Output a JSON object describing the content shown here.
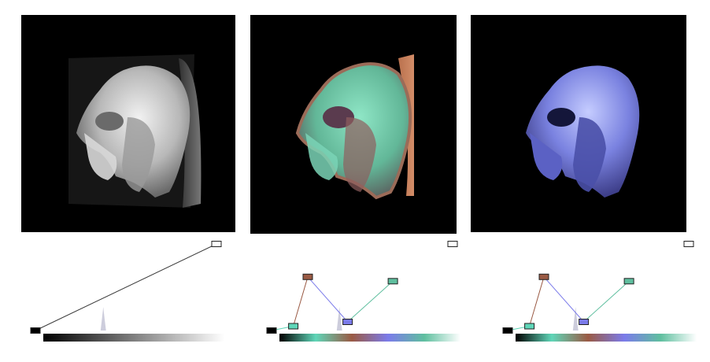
{
  "panels": [
    {
      "render_style": "grayscale-xray",
      "tf": {
        "points": [
          [
            0.0,
            0.0
          ],
          [
            1.0,
            1.0
          ]
        ],
        "ramp_colors": [
          "#000000",
          "#ffffff"
        ]
      }
    },
    {
      "render_style": "multi-color",
      "tf": {
        "points": [
          [
            0.0,
            0.0
          ],
          [
            0.12,
            0.05
          ],
          [
            0.2,
            0.62
          ],
          [
            0.42,
            0.1
          ],
          [
            0.67,
            0.57
          ],
          [
            1.0,
            1.0
          ]
        ],
        "node_colors": [
          "#000000",
          "#5fd6b8",
          "#9a5a44",
          "#7b7bea",
          "#5fbf9f",
          "#ffffff"
        ],
        "ramp_colors": [
          "#000000",
          "#5fd6b8",
          "#9a5a44",
          "#7b7bea",
          "#5fbf9f",
          "#ffffff"
        ]
      }
    },
    {
      "render_style": "blue-isosurface",
      "tf": {
        "points": [
          [
            0.0,
            0.0
          ],
          [
            0.12,
            0.05
          ],
          [
            0.2,
            0.62
          ],
          [
            0.42,
            0.1
          ],
          [
            0.67,
            0.57
          ],
          [
            1.0,
            1.0
          ]
        ],
        "node_colors": [
          "#000000",
          "#5fd6b8",
          "#9a5a44",
          "#7b7bea",
          "#5fbf9f",
          "#ffffff"
        ],
        "ramp_colors": [
          "#000000",
          "#5fd6b8",
          "#9a5a44",
          "#7b7bea",
          "#5fbf9f",
          "#ffffff"
        ]
      }
    }
  ]
}
